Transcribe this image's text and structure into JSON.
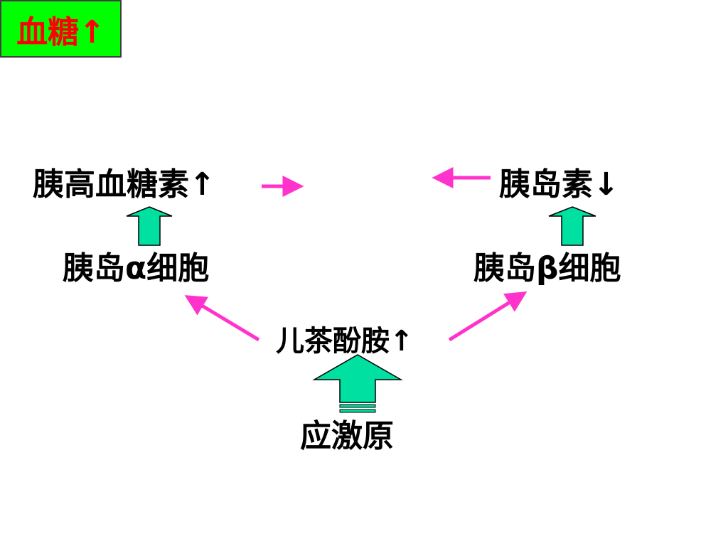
{
  "nodes": {
    "glucose": "血糖↑",
    "glucagon": "胰高血糖素↑",
    "insulin": "胰岛素↓",
    "alpha_cell": "胰岛α细胞",
    "beta_cell": "胰岛β细胞",
    "catecholamine": "儿茶酚胺↑",
    "stressor": "应激原"
  },
  "colors": {
    "glucose_box_bg": "#00ff00",
    "glucose_text": "#ff0000",
    "magenta_arrow": "#ff33cc",
    "block_arrow_fill": "#00e0a0",
    "text": "#000000"
  }
}
